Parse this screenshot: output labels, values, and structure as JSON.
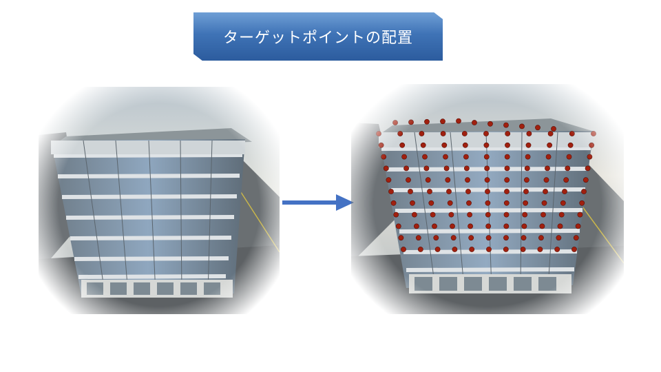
{
  "title": {
    "text": "ターゲットポイントの配置"
  },
  "images": {
    "before": {
      "icon": "building-photo"
    },
    "after": {
      "icon": "building-photo-with-target-points",
      "marker_color": "#a0200f"
    }
  },
  "arrow": {
    "icon": "right-arrow-icon",
    "color": "#4472c4"
  },
  "colors": {
    "banner_top": "#6f9fd6",
    "banner_bottom": "#2c5c9e"
  }
}
